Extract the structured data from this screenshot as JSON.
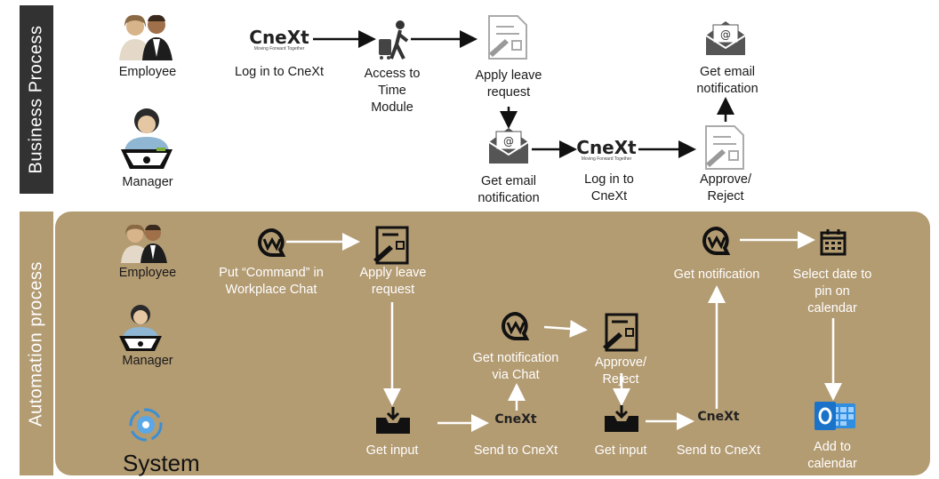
{
  "sections": {
    "business": "Business Process",
    "automation": "Automation process"
  },
  "business": {
    "employee": "Employee",
    "manager": "Manager",
    "login": "Log in to CneXt",
    "access": [
      "Access to",
      "Time",
      "Module"
    ],
    "apply": [
      "Apply leave",
      "request"
    ],
    "email_top": [
      "Get email",
      "notification"
    ],
    "email_mgr": [
      "Get email",
      "notification"
    ],
    "login_mgr": [
      "Log in to",
      "CneXt"
    ],
    "approve": [
      "Approve/",
      "Reject"
    ]
  },
  "automation": {
    "employee": "Employee",
    "manager": "Manager",
    "system": "System",
    "command": [
      "Put “Command” in",
      "Workplace Chat"
    ],
    "apply": [
      "Apply leave",
      "request"
    ],
    "get_input_1": "Get input",
    "notif_chat": [
      "Get notification",
      "via Chat"
    ],
    "approve": [
      "Approve/",
      "Reject"
    ],
    "send_1": "Send to CneXt",
    "get_input_2": "Get input",
    "send_2": "Send to CneXt",
    "get_notification": "Get notification",
    "select_date": [
      "Select date to",
      "pin on",
      "calendar"
    ],
    "add_cal": [
      "Add to",
      "calendar"
    ]
  },
  "brand": {
    "logo_text": "CneXt",
    "logo_sub": "Moving Forward Together"
  },
  "colors": {
    "dark_bar": "#323232",
    "gold": "#b39b72",
    "white": "#ffffff",
    "outlook_blue": "#1a73c9",
    "system_blue": "#3b8fd6"
  },
  "icons": [
    "people-icon",
    "manager-laptop-icon",
    "walking-traveler-icon",
    "form-pen-icon",
    "email-envelope-icon",
    "workplace-chat-icon",
    "inbox-download-icon",
    "calendar-icon",
    "outlook-icon",
    "gear-sync-icon",
    "cnext-logo-icon"
  ]
}
